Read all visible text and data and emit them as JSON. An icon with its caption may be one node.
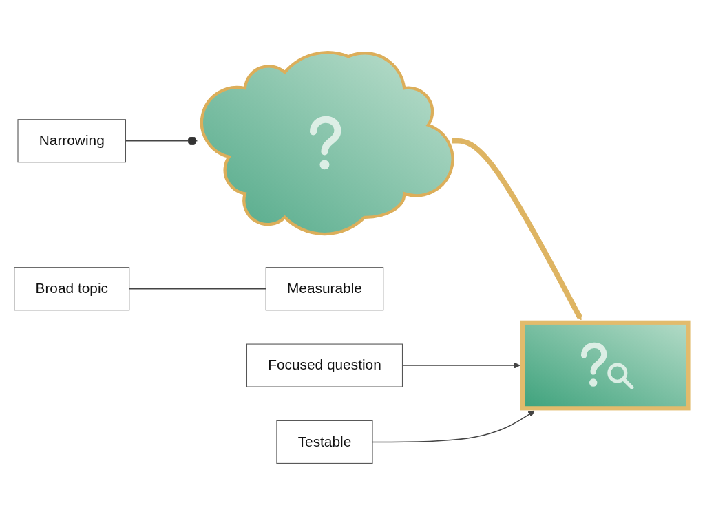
{
  "diagram": {
    "nodes": [
      {
        "text": [
          "Broad topic"
        ]
      },
      {
        "text": [],
        "shape": "cloud"
      },
      {
        "text": [
          "Measurable"
        ]
      },
      {
        "text": [
          "Narrowing"
        ]
      },
      {
        "text": [
          "Focused question"
        ]
      },
      {
        "text": [],
        "shape": "box"
      },
      {
        "text": [
          "Testable"
        ]
      }
    ],
    "edges": [
      {
        "from": 0,
        "to": 2,
        "arrow": "none"
      },
      {
        "from": 1,
        "to": 5,
        "arrow": "to",
        "style": "thick",
        "color": "#deb462"
      },
      {
        "from": 3,
        "to": 1,
        "arrow": "other"
      },
      {
        "from": 4,
        "to": 5,
        "arrow": "to"
      },
      {
        "from": 6,
        "to": 5,
        "arrow": "to"
      }
    ]
  }
}
